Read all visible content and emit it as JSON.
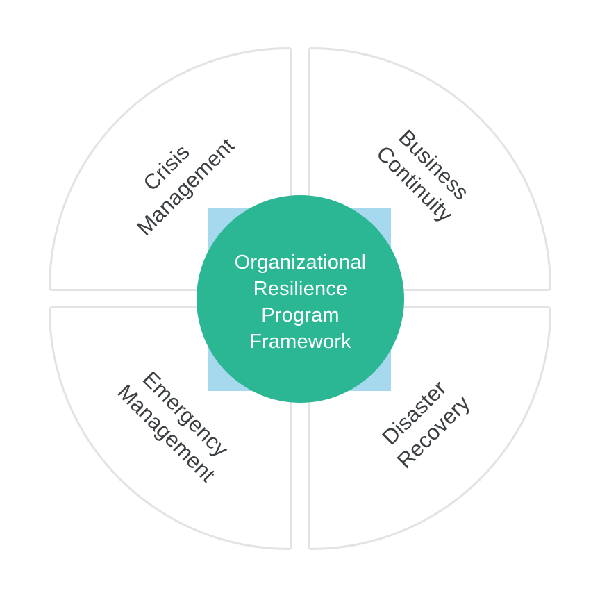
{
  "title": "Organizational Resilience Program Framework",
  "center_circle": {
    "lines": [
      "Organizational",
      "Resilience",
      "Program",
      "Framework"
    ]
  },
  "quadrants": [
    {
      "name": "Crisis Management",
      "position": "top-left",
      "rotation_deg": -45,
      "lines": [
        "Crisis",
        "Management"
      ]
    },
    {
      "name": "Business Continuity",
      "position": "top-right",
      "rotation_deg": 45,
      "lines": [
        "Business",
        "Continuity"
      ]
    },
    {
      "name": "Emergency Management",
      "position": "bottom-left",
      "rotation_deg": 45,
      "lines": [
        "Emergency",
        "Management"
      ]
    },
    {
      "name": "Disaster Recovery",
      "position": "bottom-right",
      "rotation_deg": -45,
      "lines": [
        "Disaster",
        "Recovery"
      ]
    }
  ],
  "colors": {
    "center_circle": "#2bb793",
    "accent_square": "#a7d9ee",
    "quadrant_border": "#e2e2e7",
    "quadrant_fill": "#ffffff",
    "label_text": "#3b3f42",
    "center_text": "#ffffff",
    "background": "#ffffff"
  }
}
